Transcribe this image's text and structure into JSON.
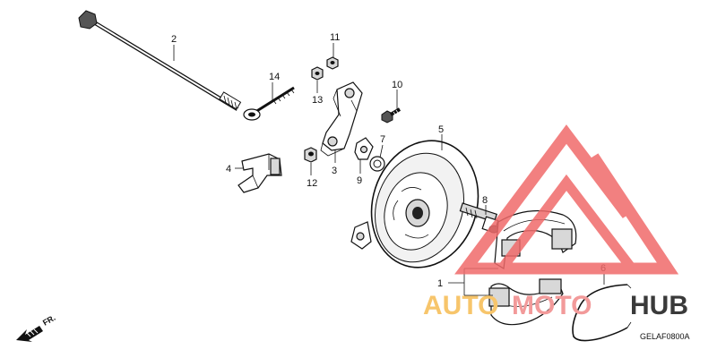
{
  "diagram": {
    "callouts": [
      "1",
      "2",
      "3",
      "4",
      "5",
      "6",
      "7",
      "8",
      "9",
      "10",
      "11",
      "12",
      "13",
      "14"
    ],
    "drawing_code": "GELAF0800A",
    "direction_label": "FR."
  },
  "watermark": {
    "word_part1": "AUTO",
    "word_part2": "MOTO",
    "word_part3": "HUB",
    "color_triangle": "#f06a6a",
    "color_auto": "#f7c56b",
    "color_moto": "#f29a9a",
    "color_hub": "#3a3a3a"
  }
}
